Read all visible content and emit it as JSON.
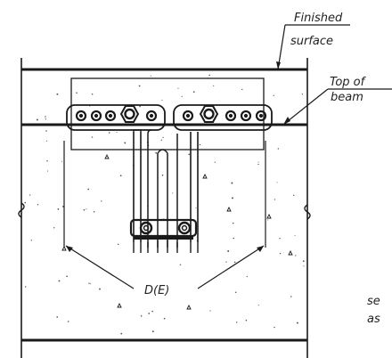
{
  "labels": {
    "finished_line1": "Finished",
    "finished_line2": "surface",
    "top_line1": "Top of",
    "top_line2": "beam",
    "dimension": "D(E)",
    "note_line1": "se",
    "note_line2": "as"
  },
  "colors": {
    "ink": "#1a1a1a",
    "paper": "#ffffff",
    "speckle": "#555555"
  }
}
